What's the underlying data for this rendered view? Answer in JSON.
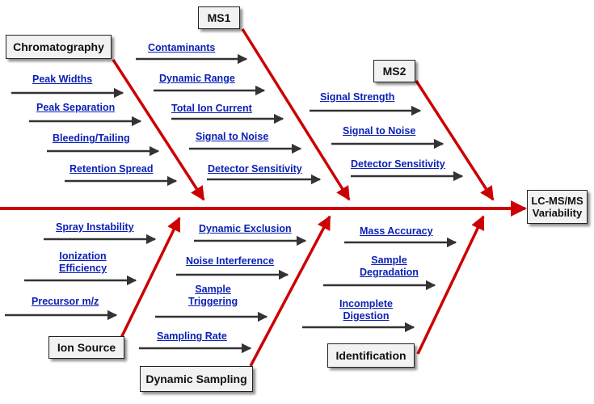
{
  "effect": "LC-MS/MS\nVariability",
  "categories": {
    "chromatography": "Chromatography",
    "ms1": "MS1",
    "ms2": "MS2",
    "ion_source": "Ion Source",
    "dynamic_sampling": "Dynamic Sampling",
    "identification": "Identification"
  },
  "causes": {
    "chromatography": [
      "Peak Widths",
      "Peak Separation",
      "Bleeding/Tailing",
      "Retention Spread"
    ],
    "ms1": [
      "Contaminants",
      "Dynamic Range",
      "Total Ion Current",
      "Signal to Noise",
      "Detector Sensitivity"
    ],
    "ms2": [
      "Signal Strength",
      "Signal to Noise",
      "Detector Sensitivity"
    ],
    "ion_source": [
      "Spray Instability",
      "Ionization\nEfficiency",
      "Precursor m/z"
    ],
    "dynamic_sampling": [
      "Dynamic Exclusion",
      "Noise Interference",
      "Sample\nTriggering",
      "Sampling Rate"
    ],
    "identification": [
      "Mass Accuracy",
      "Sample\nDegradation",
      "Incomplete\nDigestion"
    ]
  },
  "colors": {
    "bone": "#cc0000",
    "arrow": "#333333",
    "link": "#0a1fb5"
  }
}
